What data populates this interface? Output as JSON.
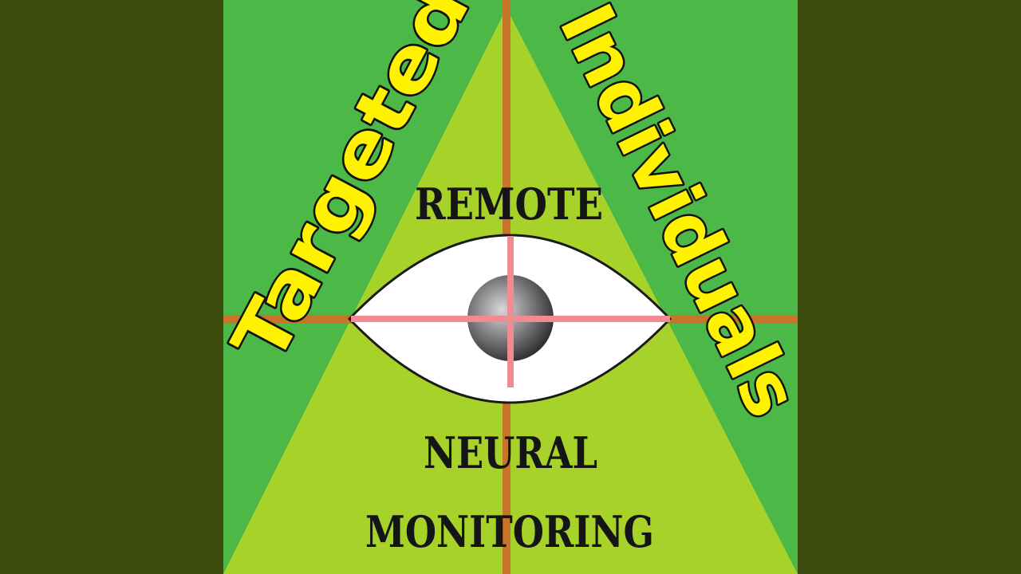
{
  "artwork": {
    "title_left": "Targeted",
    "title_right": "Individuals",
    "line_top": "REMOTE",
    "line_middle": "NEURAL",
    "line_bottom": "MONITORING"
  },
  "colors": {
    "side_bar": "#3d4c0e",
    "background": "#4cb848",
    "triangle": "#a6d22a",
    "crosshair_outer": "#c8742a",
    "crosshair_inner": "#f08a93",
    "eye_white": "#ffffff",
    "eye_outline": "#1a1a1a",
    "pupil_dark": "#2a2a2a",
    "pupil_light": "#d8d8d8",
    "title_fill": "#fff200",
    "title_stroke": "#111111",
    "stencil_text": "#151515"
  },
  "icons": {
    "eye": "all-seeing-eye-icon",
    "crosshair": "crosshair-icon"
  }
}
